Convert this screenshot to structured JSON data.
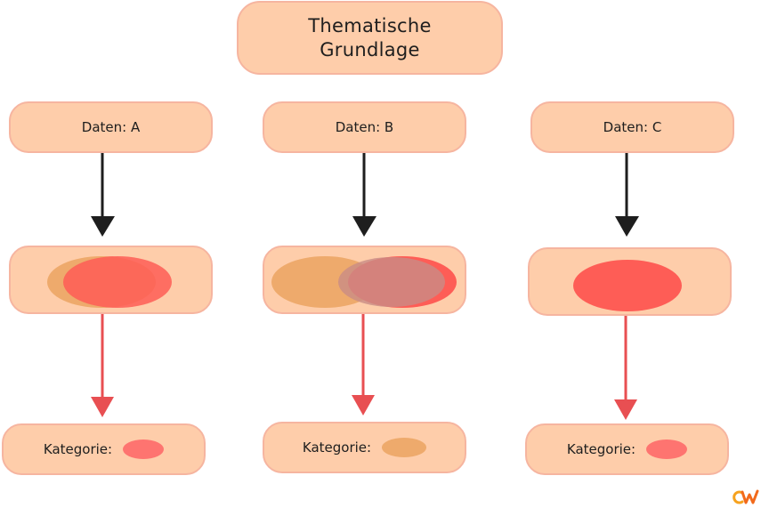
{
  "title": "Thematische\nGrundlage",
  "columns": [
    {
      "data_label": "Daten: A",
      "category_label": "Kategorie:",
      "category_color": "#fe7470"
    },
    {
      "data_label": "Daten: B",
      "category_label": "Kategorie:",
      "category_color": "#eeaa6c"
    },
    {
      "data_label": "Daten: C",
      "category_label": "Kategorie:",
      "category_color": "#fe7470"
    }
  ],
  "colors": {
    "box_fill": "#fecdaa",
    "box_border": "#f6b5a0",
    "black_arrow": "#1e1e1e",
    "red_arrow": "#e84f52",
    "orange": "#eeaa6c",
    "red": "#fe5d56",
    "gray_overlap": "#c98c86"
  },
  "logo": {
    "icon": "cw-logo"
  }
}
